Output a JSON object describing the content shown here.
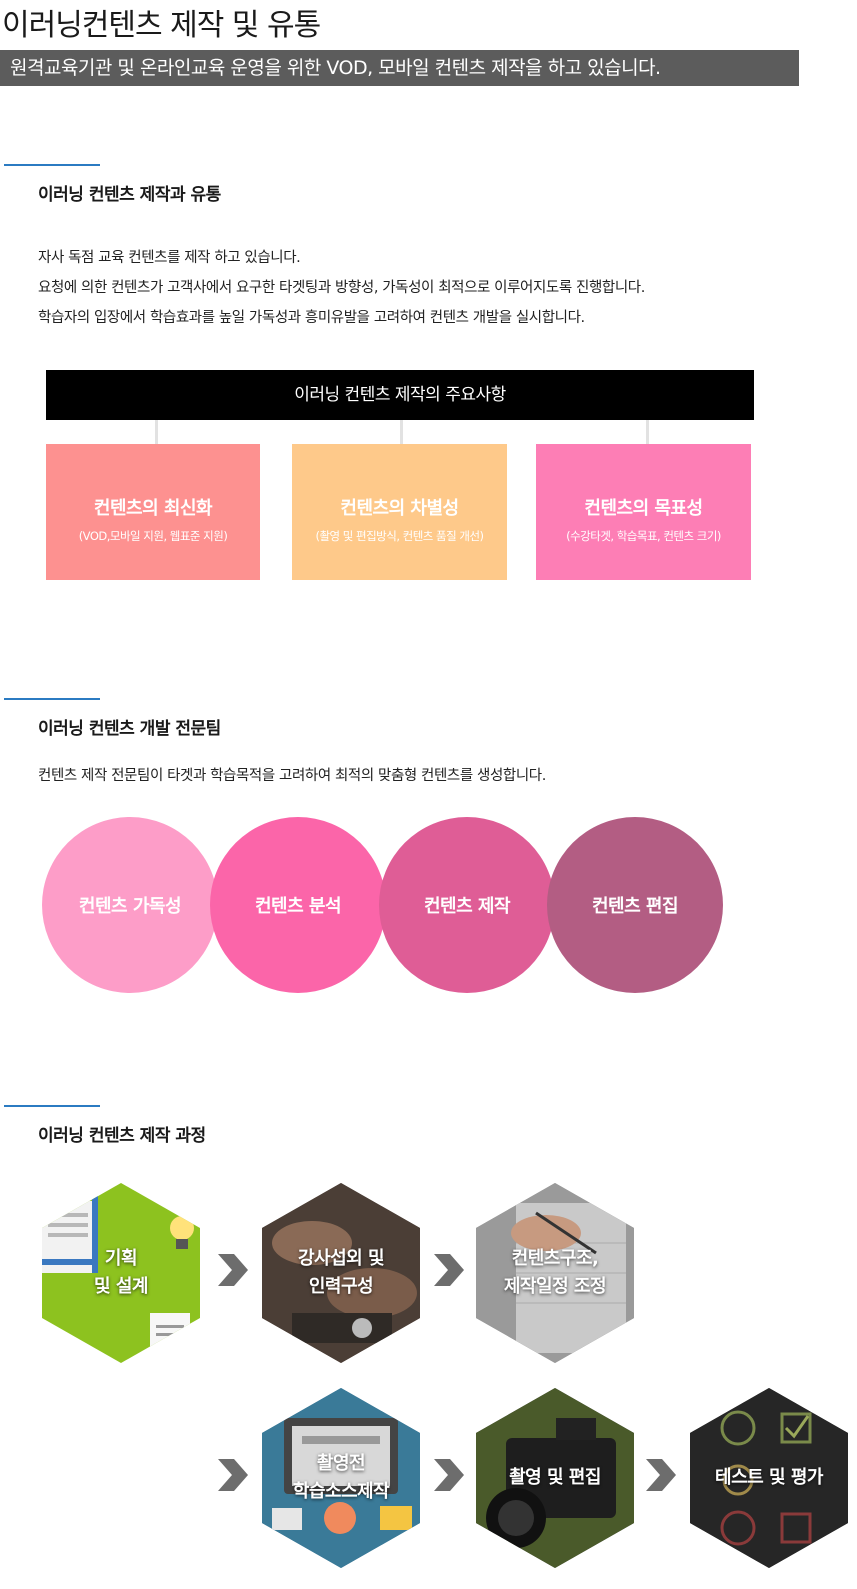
{
  "header": {
    "title": "이러닝컨텐츠 제작 및 유통",
    "subtitle": "원격교육기관 및 온라인교육 운영을 위한 VOD, 모바일 컨텐츠 제작을 하고 있습니다."
  },
  "section1": {
    "title": "이러닝 컨텐츠 제작과 유통",
    "lines": [
      "자사 독점 교육 컨텐츠를 제작 하고 있습니다.",
      "요청에 의한 컨텐츠가 고객사에서 요구한 타겟팅과 방향성, 가독성이 최적으로 이루어지도록 진행합니다.",
      "학습자의 입장에서 학습효과를 높일 가독성과 흥미유발을 고려하여 컨텐츠 개발을 실시합니다."
    ],
    "main_box": "이러닝 컨텐츠 제작의 주요사항",
    "boxes": [
      {
        "title": "컨텐츠의 최신화",
        "sub": "(VOD,모바일 지원, 웹표준 지원)",
        "color": "#fd9190"
      },
      {
        "title": "컨텐츠의 차별성",
        "sub": "(촬영 및 편집방식, 컨텐츠 품질 개선)",
        "color": "#fec98a"
      },
      {
        "title": "컨텐츠의 목표성",
        "sub": "(수강타겟, 학습목표, 컨텐츠 크기)",
        "color": "#fd7eb5"
      }
    ]
  },
  "section2": {
    "title": "이러닝 컨텐츠 개발 전문팀",
    "desc": "컨텐츠 제작 전문팀이 타겟과 학습목적을 고려하여 최적의 맞춤형 컨텐츠를 생성합니다.",
    "circles": [
      {
        "label": "컨텐츠 가독성",
        "color": "#fd9dc8"
      },
      {
        "label": "컨텐츠 분석",
        "color": "#fb65a9"
      },
      {
        "label": "컨텐츠 제작",
        "color": "#df5d96"
      },
      {
        "label": "컨텐츠 편집",
        "color": "#b35d83"
      }
    ]
  },
  "section3": {
    "title": "이러닝 컨텐츠 제작 과정",
    "steps": [
      {
        "line1": "기획",
        "line2": "및 설계",
        "bg": "#8dc21f"
      },
      {
        "line1": "강사섭외 및",
        "line2": "인력구성",
        "bg": "#5a4a40"
      },
      {
        "line1": "컨텐츠구조,",
        "line2": "제작일정 조정",
        "bg": "#8a8a8a"
      },
      {
        "line1": "촬영전",
        "line2": "학습소스제작",
        "bg": "#2f6f8f"
      },
      {
        "line1": "촬영 및 편집",
        "line2": "",
        "bg": "#3a3a3a"
      },
      {
        "line1": "테스트 및 평가",
        "line2": "",
        "bg": "#2a2a2a"
      }
    ]
  }
}
